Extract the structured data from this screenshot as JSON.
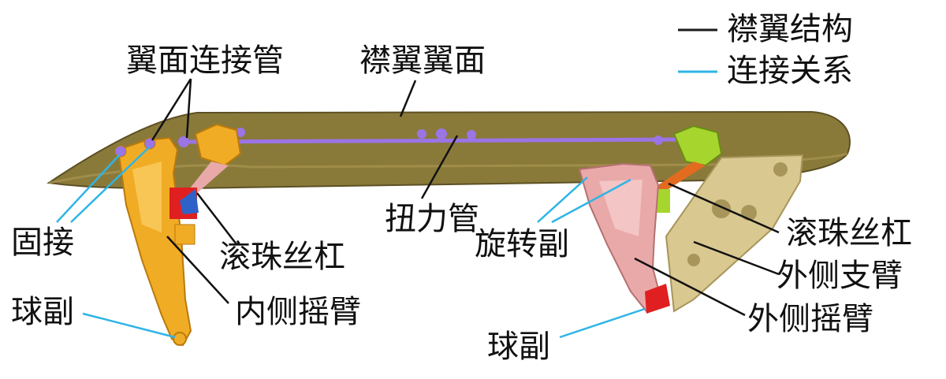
{
  "legend": {
    "structure": {
      "label": "襟翼结构",
      "color": "#1a1a1a"
    },
    "connection": {
      "label": "连接关系",
      "color": "#2fb4e6"
    }
  },
  "labels": {
    "wing_tube": "翼面连接管",
    "flap_surface": "襟翼翼面",
    "torque_tube": "扭力管",
    "fixed": "固接",
    "ballscrew_left": "滚珠丝杠",
    "ball_joint_left": "球副",
    "inner_rocker": "内侧摇臂",
    "revolute": "旋转副",
    "ballscrew_right": "滚珠丝杠",
    "outer_strut": "外侧支臂",
    "outer_rocker": "外侧摇臂",
    "ball_joint_right": "球副"
  },
  "colors": {
    "flap": "#8a7a3a",
    "flap_dark": "#5c5024",
    "tube": "#9b74e6",
    "inner_arm": "#f1ac25",
    "outer_arm": "#e9a9a9",
    "actuator_green": "#a6d62e",
    "screw_red": "#e02020",
    "strut": "#d9c890",
    "blue": "#2fb4e6"
  }
}
